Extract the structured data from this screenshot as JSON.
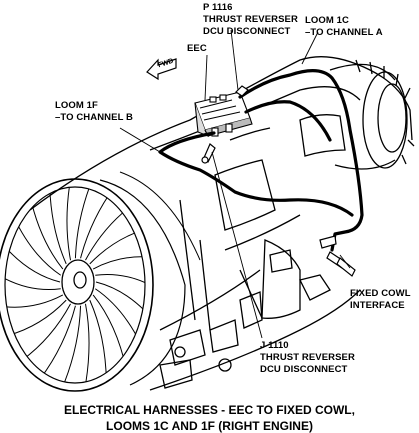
{
  "labels": {
    "p1116": "P 1116\nTHRUST REVERSER\nDCU DISCONNECT",
    "eec": "EEC",
    "loom1c": "LOOM 1C\n–TO CHANNEL A",
    "loom1f": "LOOM 1F\n–TO CHANNEL B",
    "fwd": "FWD",
    "fixed_cowl": "FIXED COWL\nINTERFACE",
    "j1110": "J 1110\nTHRUST REVERSER\nDCU DISCONNECT"
  },
  "caption": "ELECTRICAL HARNESSES - EEC TO FIXED COWL,\nLOOMS 1C AND 1F (RIGHT ENGINE)"
}
